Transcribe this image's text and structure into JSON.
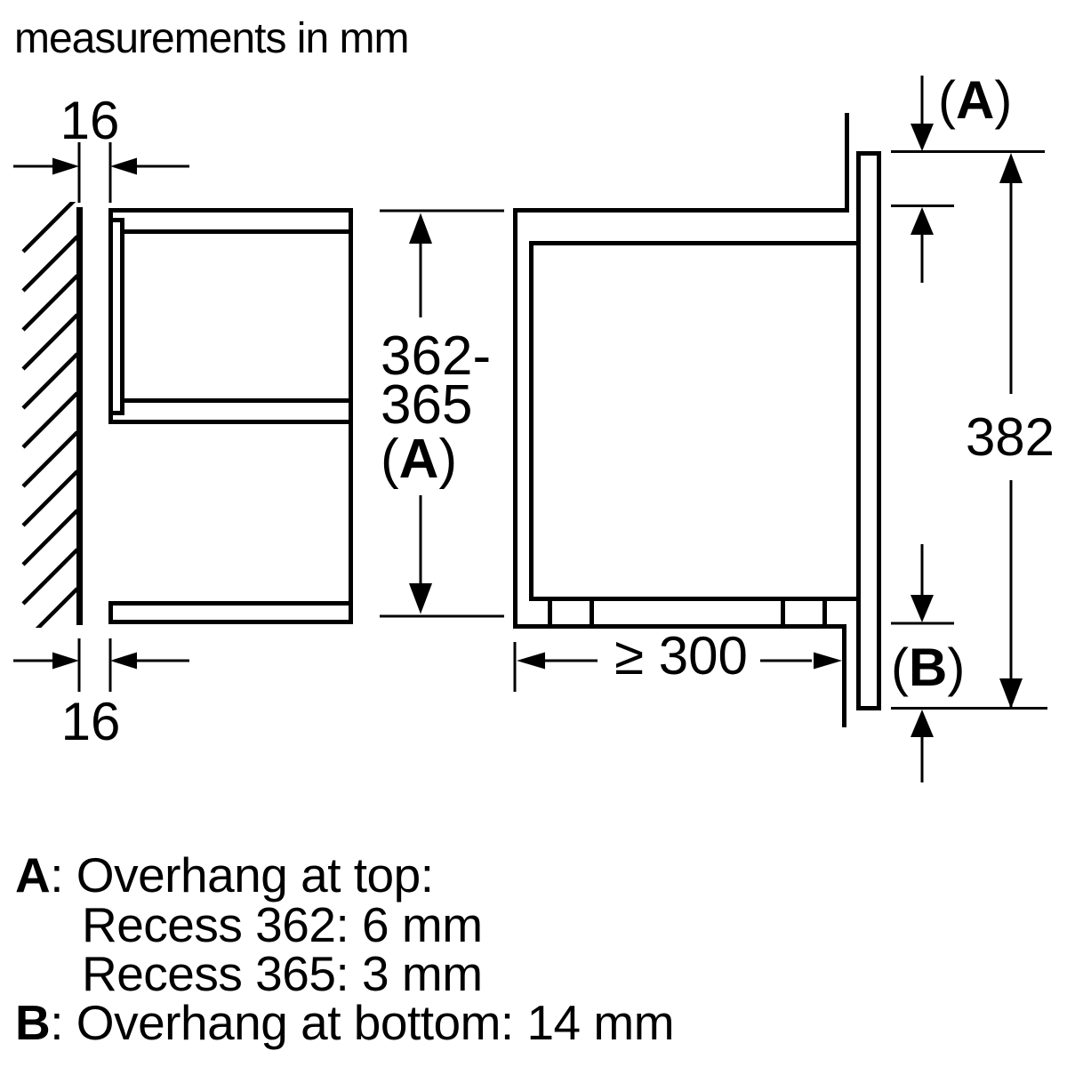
{
  "title": "measurements in mm",
  "colors": {
    "ink": "#000000",
    "background": "#ffffff"
  },
  "left_view": {
    "wall_gap_top": "16",
    "wall_gap_bottom": "16"
  },
  "niche_height": {
    "line1": "362-",
    "line2": "365",
    "ref_open": "(",
    "ref_letter": "A",
    "ref_close": ")"
  },
  "right_view": {
    "overhang_top_open": "(",
    "overhang_top_letter": "A",
    "overhang_top_close": ")",
    "overhang_bottom_open": "(",
    "overhang_bottom_letter": "B",
    "overhang_bottom_close": ")",
    "front_height": "382",
    "min_clearance": "≥ 300"
  },
  "legend": {
    "a_key": "A",
    "a_text": ": Overhang at top:",
    "recess_362": "Recess 362: 6 mm",
    "recess_365": "Recess 365: 3 mm",
    "b_key": "B",
    "b_text": ": Overhang at bottom: 14 mm"
  }
}
